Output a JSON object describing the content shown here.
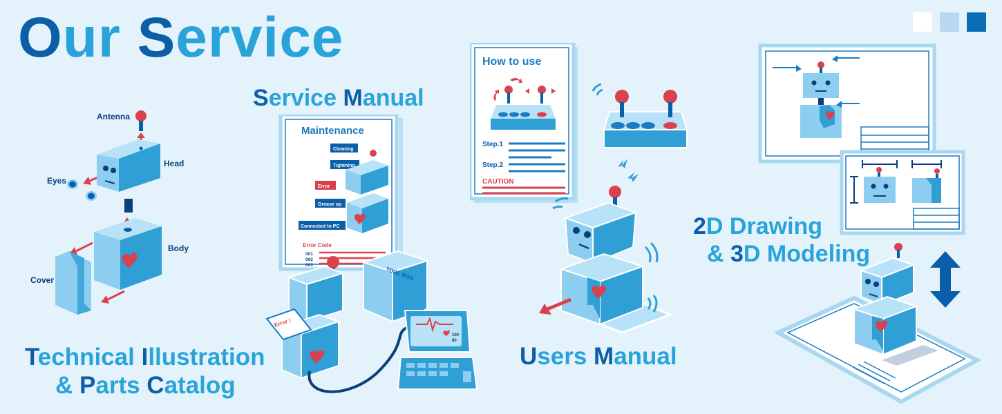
{
  "title": {
    "first_letter": "O",
    "first_rest": "ur",
    "second_letter": "S",
    "second_rest": "ervice"
  },
  "decor_squares": [
    "#ffffff",
    "#b7d9f0",
    "#0b6cb8"
  ],
  "colors": {
    "dark_blue": "#0b5fa8",
    "light_blue": "#29a3d9",
    "robot_face": "#8ccdf0",
    "robot_side": "#2f9fd6",
    "red": "#d9414f",
    "background": "#e4f3fb"
  },
  "technical": {
    "line1_a": "T",
    "line1_b": "echnical ",
    "line1_c": "I",
    "line1_d": "llustration",
    "line2_a": "& ",
    "line2_b": "P",
    "line2_c": "arts ",
    "line2_d": "C",
    "line2_e": "atalog",
    "labels": {
      "antenna": "Antenna",
      "head": "Head",
      "eyes": "Eyes",
      "body": "Body",
      "cover": "Cover"
    }
  },
  "service_manual": {
    "heading_a": "S",
    "heading_b": "ervice ",
    "heading_c": "M",
    "heading_d": "anual",
    "doc_title": "Maintenance",
    "tags": [
      "Cleaning",
      "Tightning",
      "Error",
      "Grease up",
      "Connected to PC"
    ],
    "error_code_label": "Error Code",
    "codes": [
      "001",
      "002",
      "003"
    ],
    "toolbox_label": "TOOL BOX",
    "error_card": "Error !",
    "monitor_values": [
      "100",
      "80"
    ]
  },
  "users_manual": {
    "heading_a": "U",
    "heading_b": "sers ",
    "heading_c": "M",
    "heading_d": "anual",
    "doc_title": "How to use",
    "steps": [
      "Step.1",
      "Step.2"
    ],
    "caution": "CAUTION"
  },
  "drawing": {
    "line1_a": "2",
    "line1_b": "D Drawing",
    "line2_a": "& ",
    "line2_b": "3",
    "line2_c": "D Modeling"
  }
}
